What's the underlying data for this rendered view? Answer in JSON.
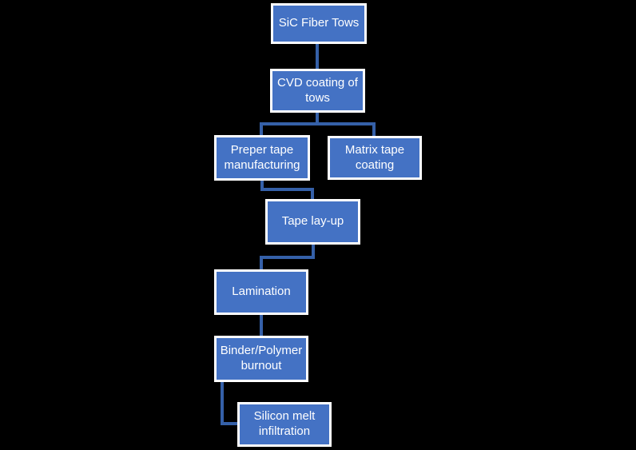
{
  "diagram": {
    "type": "flowchart",
    "background_color": "#000000",
    "node_fill_color": "#4472C4",
    "node_border_color": "#FFFFFF",
    "node_text_color": "#FFFFFF",
    "connector_color": "#3560A8",
    "nodes": [
      {
        "id": "sic-fiber-tows",
        "label": "SiC Fiber Tows"
      },
      {
        "id": "cvd-coating-of-tows",
        "label": "CVD coating of tows"
      },
      {
        "id": "preper-tape-manufacturing",
        "label": "Preper tape manufacturing"
      },
      {
        "id": "matrix-tape-coating",
        "label": "Matrix tape coating"
      },
      {
        "id": "tape-lay-up",
        "label": "Tape lay-up"
      },
      {
        "id": "lamination",
        "label": "Lamination"
      },
      {
        "id": "binder-polymer-burnout",
        "label": "Binder/Polymer burnout"
      },
      {
        "id": "silicon-melt-infiltration",
        "label": "Silicon melt infiltration"
      }
    ],
    "edges": [
      {
        "from": "sic-fiber-tows",
        "to": "cvd-coating-of-tows"
      },
      {
        "from": "cvd-coating-of-tows",
        "to": "preper-tape-manufacturing"
      },
      {
        "from": "cvd-coating-of-tows",
        "to": "matrix-tape-coating"
      },
      {
        "from": "preper-tape-manufacturing",
        "to": "tape-lay-up"
      },
      {
        "from": "tape-lay-up",
        "to": "lamination"
      },
      {
        "from": "lamination",
        "to": "binder-polymer-burnout"
      },
      {
        "from": "binder-polymer-burnout",
        "to": "silicon-melt-infiltration"
      }
    ]
  }
}
